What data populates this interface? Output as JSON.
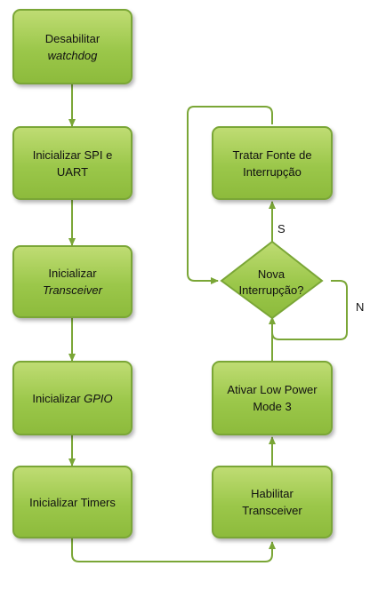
{
  "nodes": {
    "n1": {
      "line1": "Desabilitar",
      "line2": "watchdog"
    },
    "n2": {
      "line1": "Inicializar SPI e",
      "line2": "UART"
    },
    "n3": {
      "line1": "Inicializar",
      "line2": "Transceiver"
    },
    "n4": {
      "prefix": "Inicializar ",
      "italic": "GPIO"
    },
    "n5": {
      "line1": "Inicializar Timers"
    },
    "n6": {
      "line1": "Habilitar",
      "line2": "Transceiver"
    },
    "n7": {
      "line1": "Ativar Low Power",
      "line2": "Mode 3"
    },
    "decision": {
      "line1": "Nova",
      "line2": "Interrupção?"
    },
    "n8": {
      "line1": "Tratar Fonte de",
      "line2": "Interrupção"
    }
  },
  "edge_labels": {
    "yes": "S",
    "no": "N"
  },
  "colors": {
    "fill": "#9bc74a",
    "border": "#7aa636",
    "line": "#7aa636"
  }
}
